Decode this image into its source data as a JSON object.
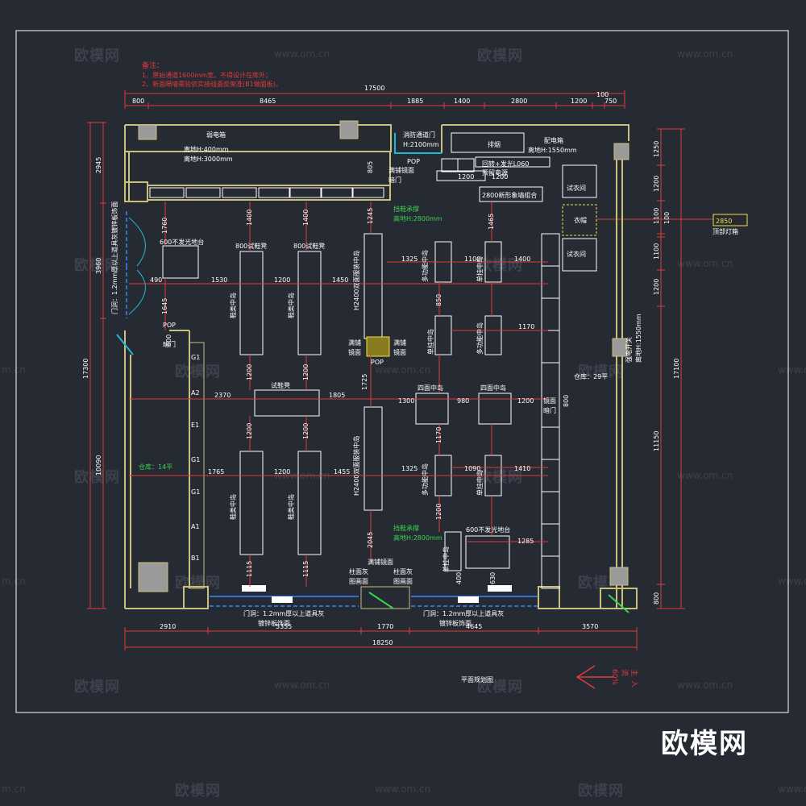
{
  "notes": {
    "title": "备注：",
    "line1": "1、原始通道1600mm宽，不得设计在库外；",
    "line2": "2、新面隔墙需验依实接线面反架准(B1做面板)。"
  },
  "dims_top": {
    "overall": "17500",
    "segs": [
      "800",
      "8465",
      "1885",
      "1400",
      "2800",
      "1200",
      "100",
      "750"
    ]
  },
  "dims_bottom": {
    "segs": [
      "2910",
      "5355",
      "1770",
      "4645",
      "3570"
    ],
    "overall": "18250"
  },
  "dims_left": {
    "overall": "17300",
    "segs": [
      "2945",
      "3960",
      "10090"
    ]
  },
  "dims_right": {
    "overall": "17100",
    "segs": [
      "1250",
      "1200",
      "1100",
      "100",
      "1100",
      "1200",
      "11150",
      "800"
    ]
  },
  "room_labels": {
    "weak_box": "弱电箱",
    "weak_h1": "离地H:400mm",
    "weak_h2": "离地H:3000mm",
    "fire_door": "消防通道门",
    "fire_door_h": "H:2100mm",
    "exhaust": "排烟",
    "power_box": "配电箱",
    "power_h": "离地H:1550mm",
    "fitting1": "试衣间",
    "fitting2": "试衣间",
    "fitting_mid": "衣帽",
    "ceiling_box": "顶部灯箱",
    "ceiling_h": "2850",
    "pop1": "POP",
    "pop2": "POP",
    "pop3": "POP",
    "mirror_door1": "满铺镜面",
    "mirror_door1b": "暗门",
    "hidden_door": "暗门",
    "backlight": "回转+发光L060",
    "reserved_power": "预留电源",
    "wall_combo": "2800新形象墙组合",
    "display600_1": "600不发光地台",
    "display600_2": "600不发光地台",
    "shoe_stool1": "800试鞋凳",
    "shoe_stool2": "800试鞋凳",
    "trial_stool": "试鞋凳",
    "shoe_island1": "鞋类中岛",
    "shoe_island2": "鞋类中岛",
    "shoe_island3": "鞋类中岛",
    "shoe_island4": "鞋类中岛",
    "double_island1": "H2400双面服装中岛",
    "double_island2": "H2400双面服装中岛",
    "multi1": "多功能中岛",
    "multi2": "多功能中岛",
    "multi3": "多功能中岛",
    "single1": "单挂中岛",
    "single2": "单挂中岛",
    "single3": "单挂中岛",
    "single4": "单挂中岛",
    "four_face1": "四面中岛",
    "four_face2": "四面中岛",
    "mirror1": "满铺",
    "mirror1b": "镜面",
    "mirror2": "满铺",
    "mirror2b": "镜面",
    "green_hang1": "挡鞋承撑",
    "green_hang1b": "高地H:2800mm",
    "green_hang2": "挡鞋承撑",
    "green_hang2b": "高地H:2800mm",
    "storage_left": "仓库：14平",
    "storage_right": "仓库：29平",
    "mirror_side": "镜面",
    "mirror_side2": "暗门",
    "right_wall_note": "强电开关",
    "right_wall_note2": "离地H:1550mm",
    "left_door_note": "门洞：1.2mm厚以上道具灰镀锌板饰面",
    "column1": "柱面灰",
    "column1b": "图画面",
    "column2": "柱面灰",
    "column2b": "图画面",
    "mirror_bottom": "满铺镜面",
    "door_note1a": "门洞：1.2mm厚以上道具灰",
    "door_note1b": "镀锌板饰面",
    "door_note2a": "门洞：1.2mm厚以上道具灰",
    "door_note2b": "镀锌板饰面",
    "plan_title": "平面规划图",
    "entry_a": "主",
    "entry_b": "入",
    "entry_c": "流",
    "entry_d": "60%"
  },
  "wall_codes": [
    "G1",
    "A2",
    "E1",
    "G1",
    "G1",
    "A1",
    "B1"
  ],
  "inner_dims": {
    "d1760": "1760",
    "d490": "490",
    "d1530": "1530",
    "d1200a": "1200",
    "d1450": "1450",
    "d1645": "1645",
    "d1400a": "1400",
    "d1400b": "1400",
    "d1245": "1245",
    "d1325a": "1325",
    "d1100": "1100",
    "d1400c": "1400",
    "d1465": "1465",
    "d850": "850",
    "d1170a": "1170",
    "d1200b": "1200",
    "d1200c": "1200",
    "d2370": "2370",
    "d1805": "1805",
    "d1725": "1725",
    "d1300": "1300",
    "d980": "980",
    "d1200d": "1200",
    "d1170b": "1170",
    "d1200e": "1200",
    "d1200f": "1200",
    "d1765": "1765",
    "d1200g": "1200",
    "d1455": "1455",
    "d1325b": "1325",
    "d1090": "1090",
    "d1410": "1410",
    "d1200h": "1200",
    "d2045": "2045",
    "d1285": "1285",
    "d400": "400",
    "d630": "630",
    "d1115a": "1115",
    "d1115b": "1115",
    "d805": "805",
    "d800": "800",
    "d600": "600",
    "d1200i": "1200",
    "d1200j": "1200"
  },
  "watermark": {
    "cn": "欧模网",
    "url": "www.om.cn",
    "corner": "m.cn"
  },
  "brand_text": "欧模网",
  "colors": {
    "background": "#262a33",
    "wall": "#c9c07a",
    "dim": "#e23a3a",
    "text": "#ffffff",
    "green": "#39d353",
    "cyan": "#21b8d6",
    "blue": "#2f6fd6",
    "yellow": "#f0e040"
  }
}
